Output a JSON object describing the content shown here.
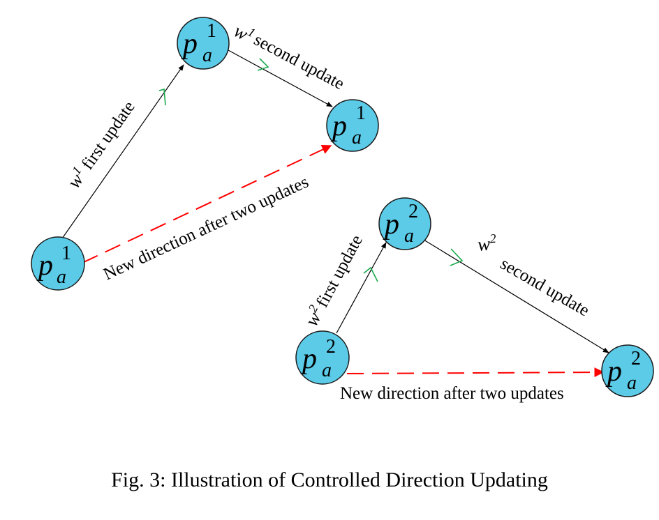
{
  "node": {
    "base": "p",
    "sub": "a"
  },
  "groups": [
    {
      "sup": "1",
      "w_symbol": "w",
      "w_sup": "1",
      "first_update": "first update",
      "second_update": "second update",
      "new_direction": "New direction after two updates"
    },
    {
      "sup": "2",
      "w_symbol": "w",
      "w_sup": "2",
      "first_update": "first update",
      "second_update": "second update",
      "new_direction": "New direction after two updates"
    }
  ],
  "colors": {
    "node_fill": "#5bcbe8",
    "dashed_arrow": "#ff0000",
    "direction_mark": "#18a84a"
  },
  "caption": "Fig. 3: Illustration of Controlled Direction Updating"
}
